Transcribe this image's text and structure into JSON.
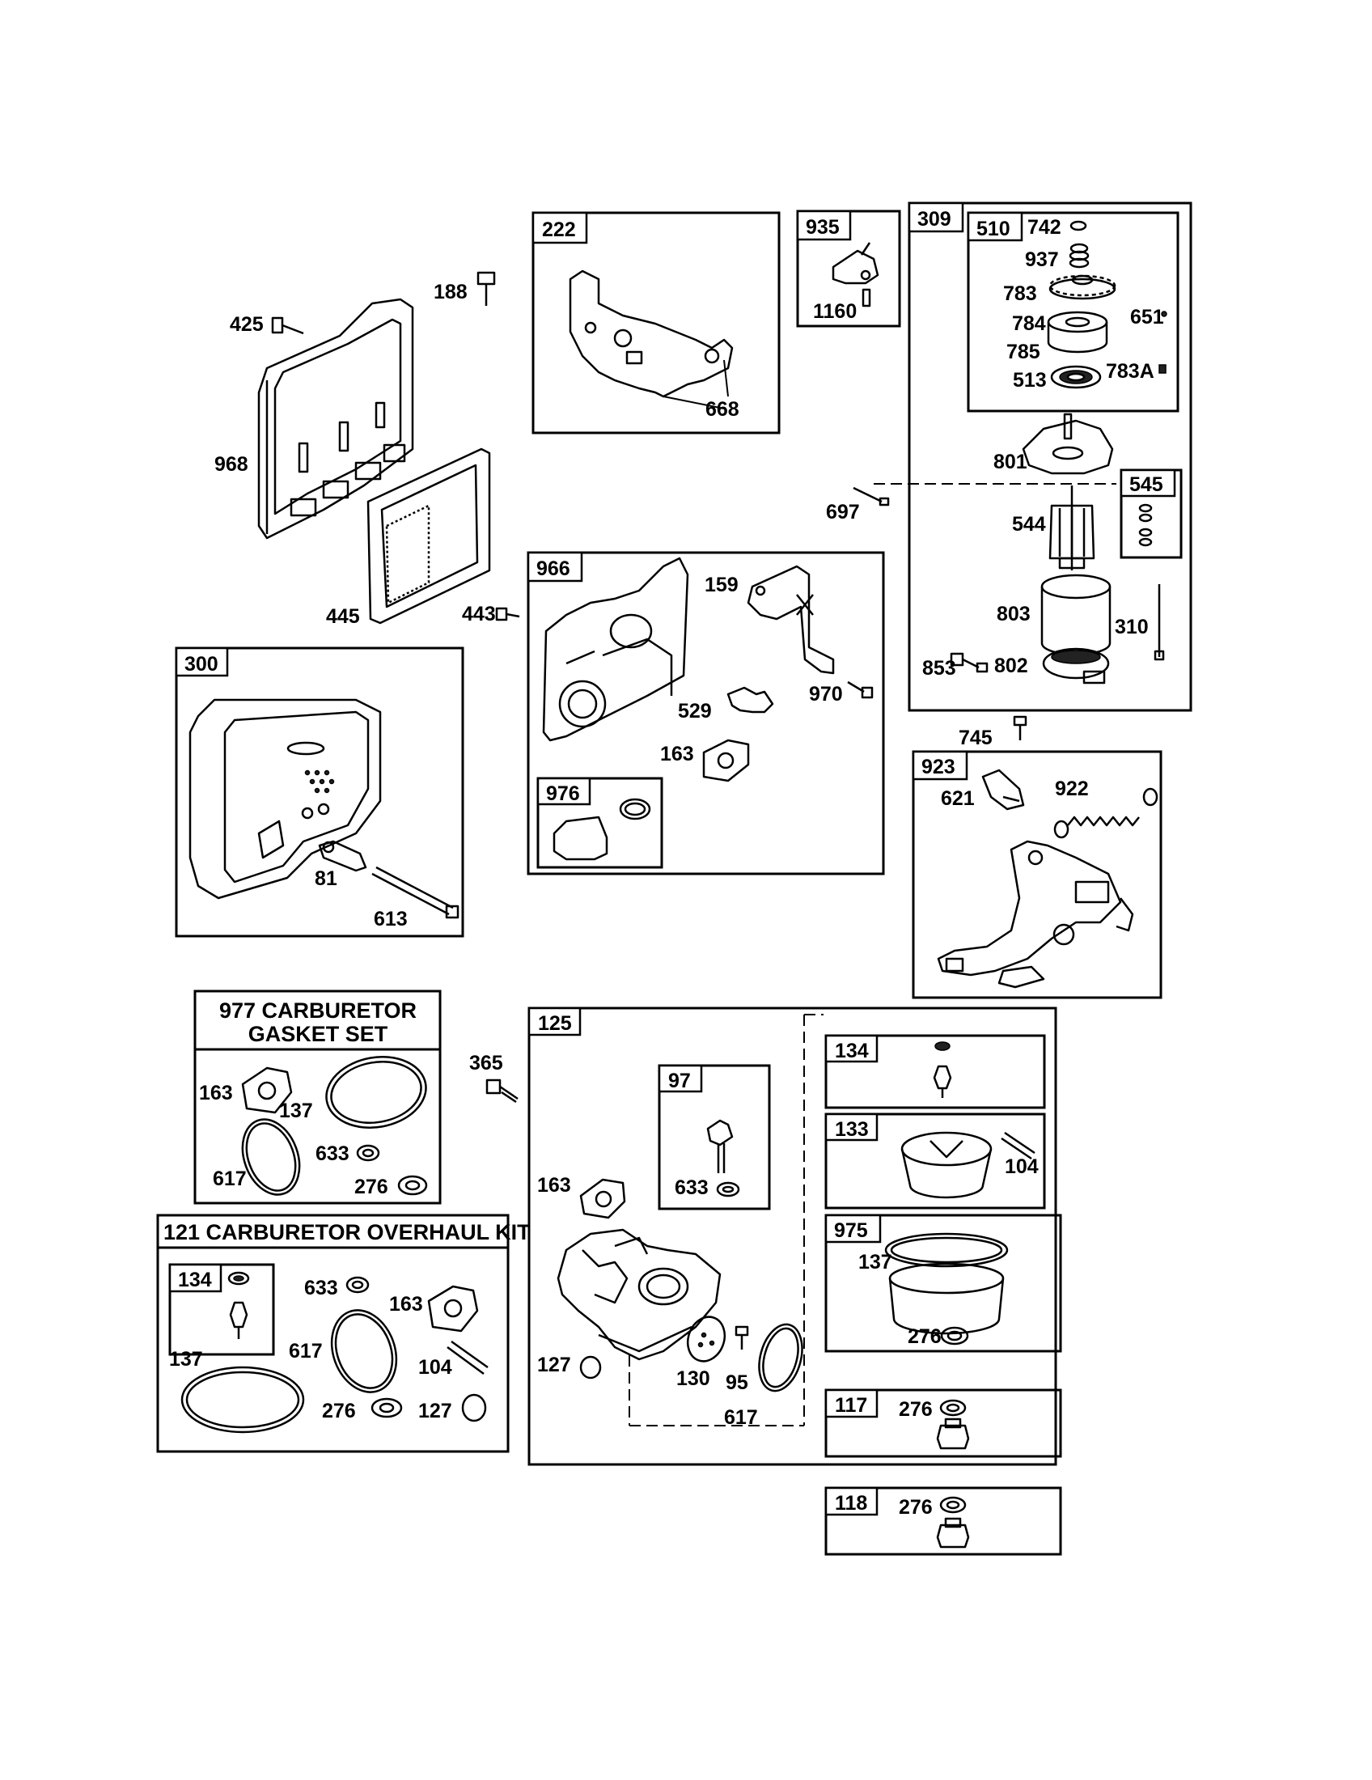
{
  "groups": {
    "g222": "222",
    "g935": "935",
    "g309": "309",
    "g510": "510",
    "g545": "545",
    "g300": "300",
    "g966": "966",
    "g976": "976",
    "g923": "923",
    "g125": "125",
    "g97": "97",
    "g134a": "134",
    "g133": "133",
    "g975": "975",
    "g117": "117",
    "g118": "118",
    "g134b": "134"
  },
  "kits": {
    "gasket_line1": "977 CARBURETOR",
    "gasket_line2": "GASKET SET",
    "overhaul": "121 CARBURETOR OVERHAUL KIT"
  },
  "parts": {
    "p188": "188",
    "p425": "425",
    "p968": "968",
    "p445": "445",
    "p443": "443",
    "p668": "668",
    "p1160": "1160",
    "p742": "742",
    "p937": "937",
    "p783": "783",
    "p651": "651",
    "p784": "784",
    "p785": "785",
    "p513": "513",
    "p783a": "783A",
    "p801": "801",
    "p697": "697",
    "p544": "544",
    "p803": "803",
    "p310": "310",
    "p853": "853",
    "p802": "802",
    "p159": "159",
    "p970": "970",
    "p529": "529",
    "p163a": "163",
    "p81": "81",
    "p613": "613",
    "p745": "745",
    "p621": "621",
    "p922": "922",
    "p163b": "163",
    "p137a": "137",
    "p617a": "617",
    "p633a": "633",
    "p276a": "276",
    "p365": "365",
    "p633b": "633",
    "p163c": "163",
    "p127a": "127",
    "p130": "130",
    "p95": "95",
    "p617b": "617",
    "p104a": "104",
    "p137b": "137",
    "p276b": "276",
    "p276c": "276",
    "p276d": "276",
    "p633c": "633",
    "p163d": "163",
    "p617c": "617",
    "p137c": "137",
    "p104b": "104",
    "p276e": "276",
    "p127b": "127"
  }
}
